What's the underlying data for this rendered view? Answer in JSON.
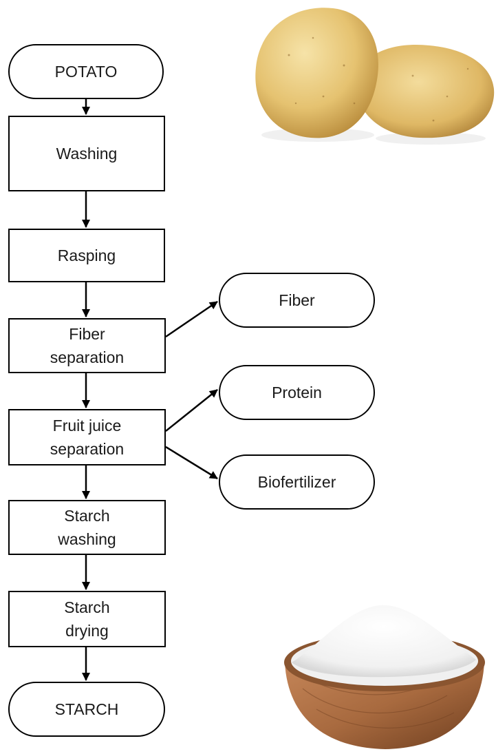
{
  "diagram": {
    "nodes": {
      "potato": "POTATO",
      "washing": "Washing",
      "rasping": "Rasping",
      "fiber_separation": "Fiber\nseparation",
      "fruit_juice_separation": "Fruit juice\nseparation",
      "starch_washing": "Starch\nwashing",
      "starch_drying": "Starch\ndrying",
      "starch": "STARCH",
      "fiber": "Fiber",
      "protein": "Protein",
      "biofertilizer": "Biofertilizer"
    },
    "edges": [
      {
        "from": "potato",
        "to": "washing"
      },
      {
        "from": "washing",
        "to": "rasping"
      },
      {
        "from": "rasping",
        "to": "fiber_separation"
      },
      {
        "from": "fiber_separation",
        "to": "fruit_juice_separation"
      },
      {
        "from": "fruit_juice_separation",
        "to": "starch_washing"
      },
      {
        "from": "starch_washing",
        "to": "starch_drying"
      },
      {
        "from": "starch_drying",
        "to": "starch"
      },
      {
        "from": "fiber_separation",
        "to": "fiber"
      },
      {
        "from": "fruit_juice_separation",
        "to": "protein"
      },
      {
        "from": "fruit_juice_separation",
        "to": "biofertilizer"
      }
    ]
  },
  "colors": {
    "line": "#000000",
    "potato_skin": "#e8c777",
    "potato_shadow": "#b98c3c",
    "starch_powder": "#f7f7f7",
    "bowl_wood": "#a86a3f",
    "bowl_dark": "#6e3e1f"
  },
  "images": {
    "top_right": "potato-photo",
    "bottom_right": "starch-bowl-photo"
  }
}
